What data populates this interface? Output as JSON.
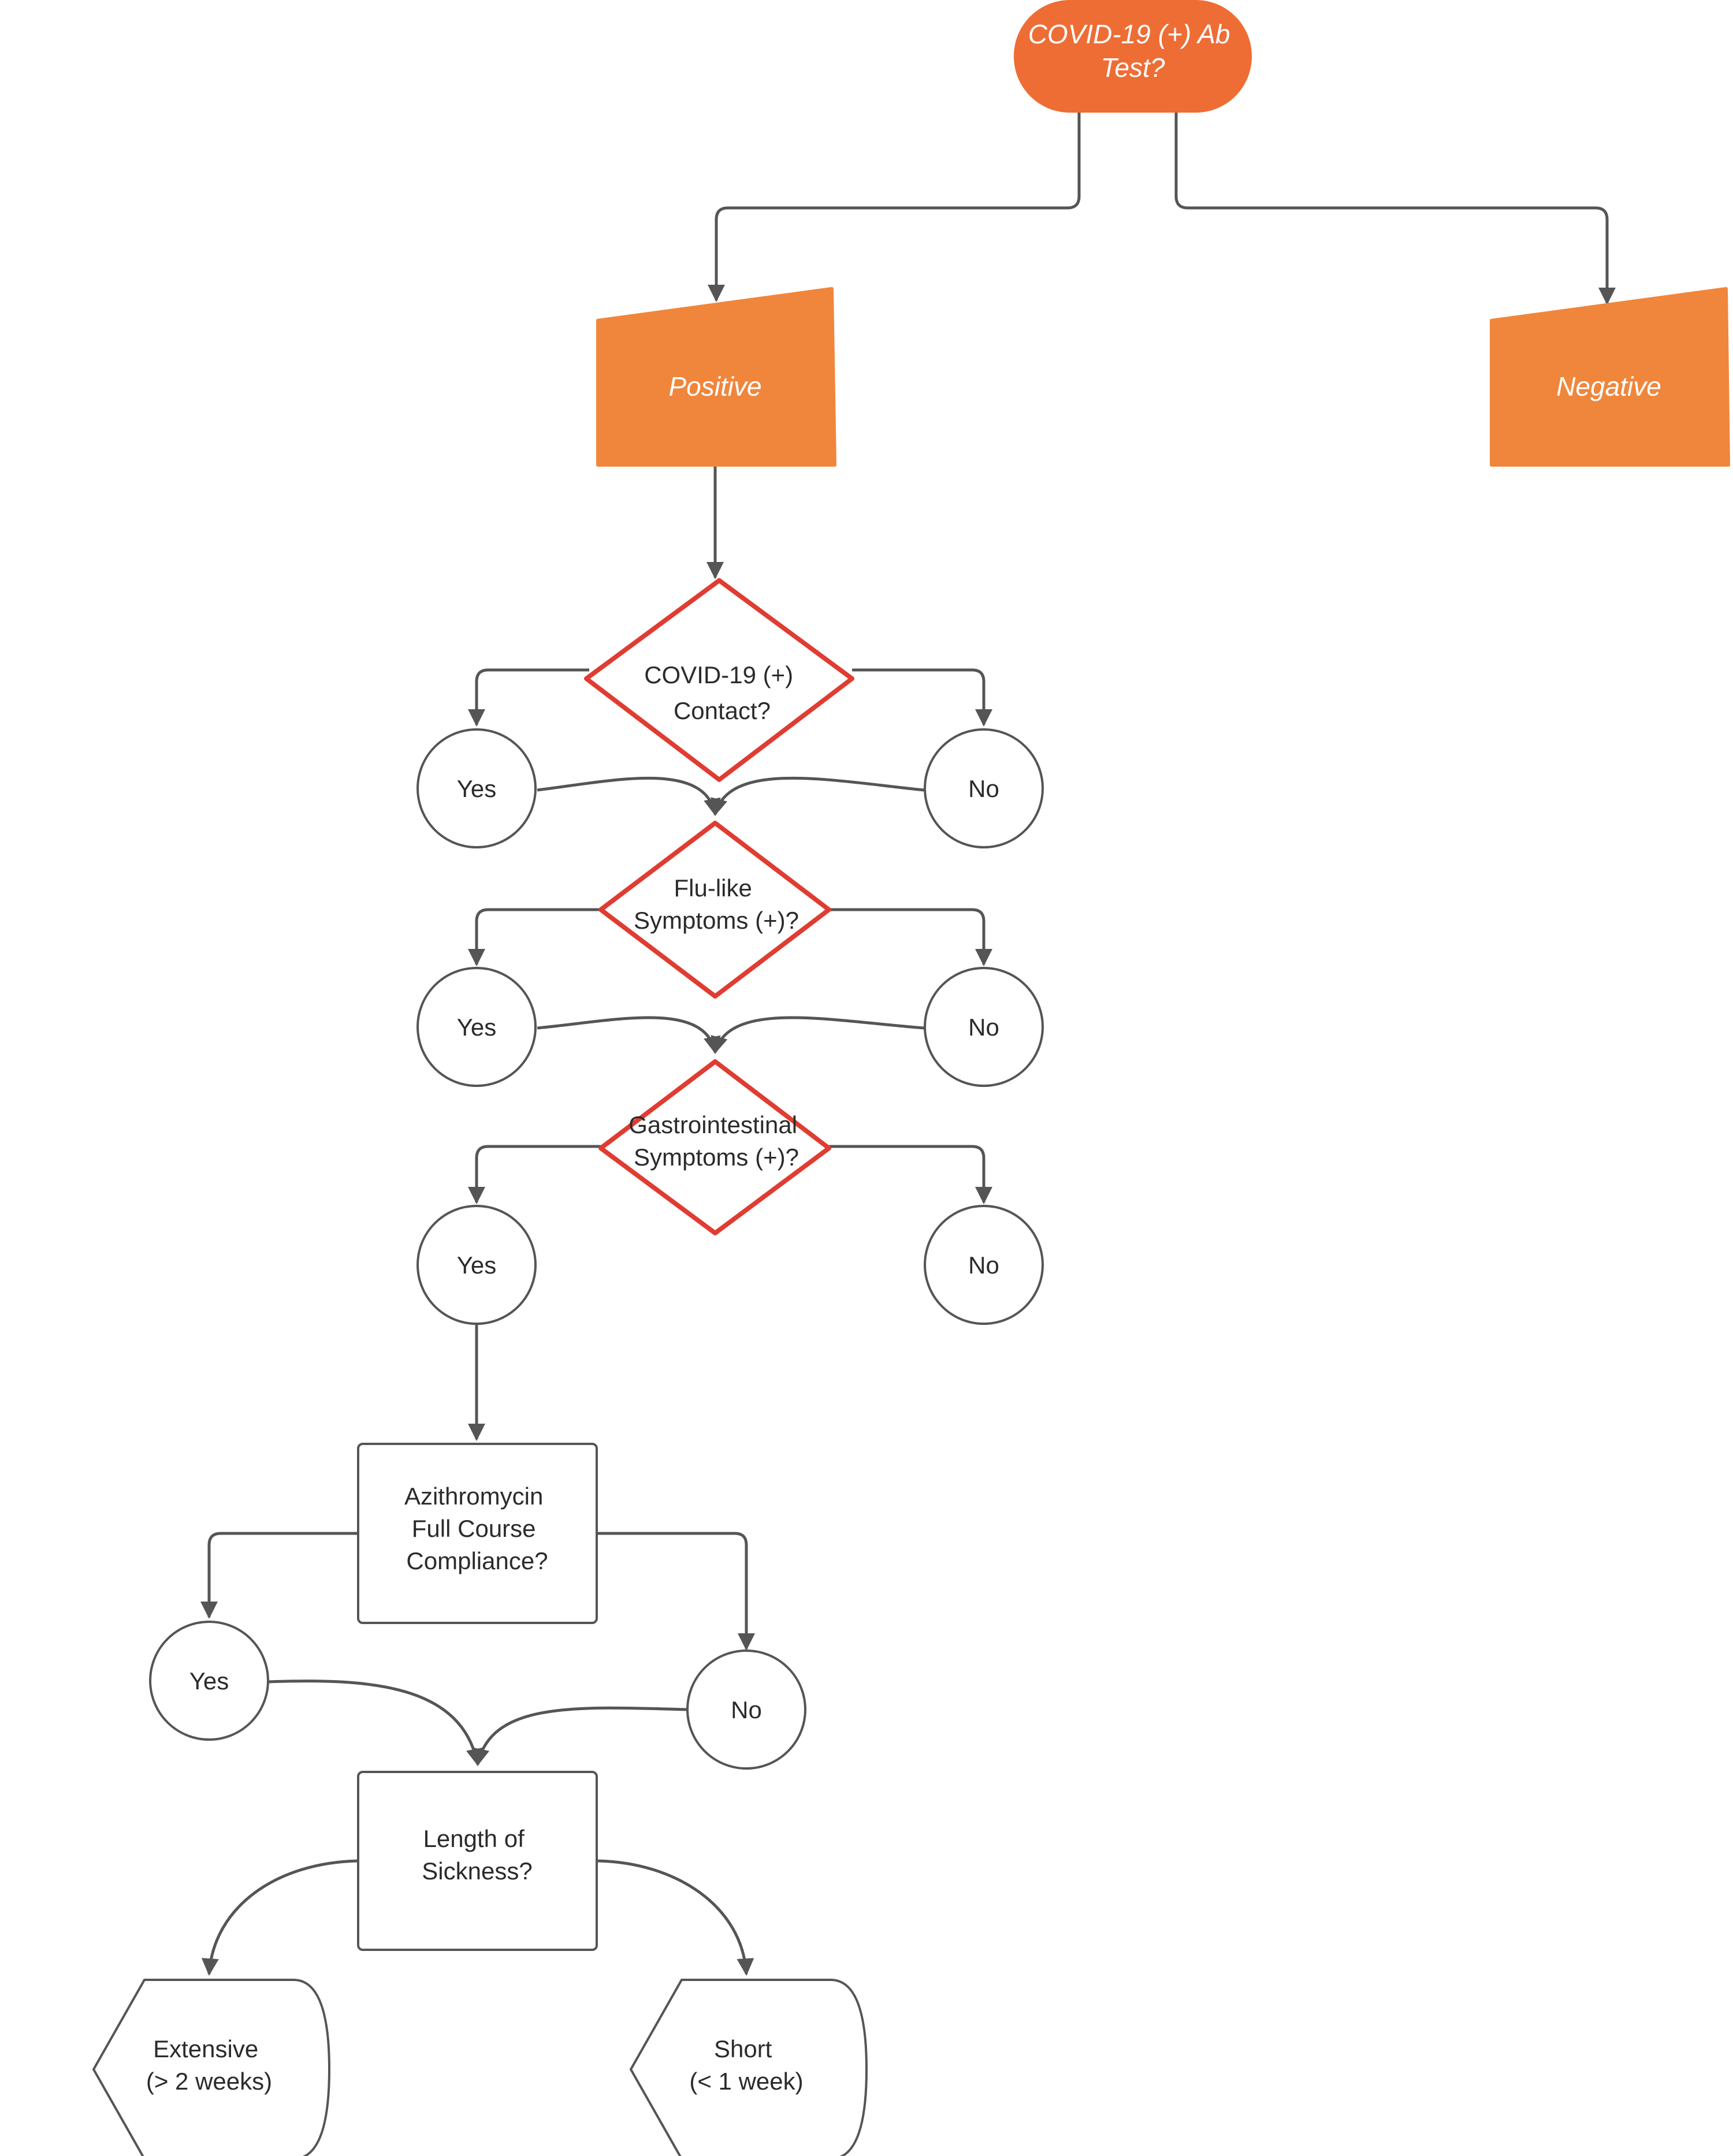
{
  "colors": {
    "orange": "#f0863c",
    "orange_dark": "#ee6d35",
    "decision_border": "#e03c31",
    "line": "#555555"
  },
  "nodes": {
    "start": {
      "lines": [
        "COVID-19 (+) Ab",
        "Test?"
      ]
    },
    "positive": {
      "lines": [
        "Positive"
      ]
    },
    "negative": {
      "lines": [
        "Negative"
      ]
    },
    "contact": {
      "lines": [
        "COVID-19 (+)",
        "Contact?"
      ]
    },
    "contact_yes": {
      "lines": [
        "Yes"
      ]
    },
    "contact_no": {
      "lines": [
        "No"
      ]
    },
    "flu": {
      "lines": [
        "Flu-like",
        "Symptoms (+)?"
      ]
    },
    "flu_yes": {
      "lines": [
        "Yes"
      ]
    },
    "flu_no": {
      "lines": [
        "No"
      ]
    },
    "gi": {
      "lines": [
        "Gastrointestinal",
        "Symptoms (+)?"
      ]
    },
    "gi_yes": {
      "lines": [
        "Yes"
      ]
    },
    "gi_no": {
      "lines": [
        "No"
      ]
    },
    "azithro": {
      "lines": [
        "Azithromycin",
        "Full Course",
        "Compliance?"
      ]
    },
    "azithro_yes": {
      "lines": [
        "Yes"
      ]
    },
    "azithro_no": {
      "lines": [
        "No"
      ]
    },
    "length": {
      "lines": [
        "Length of",
        "Sickness?"
      ]
    },
    "extensive": {
      "lines": [
        "Extensive",
        "(> 2 weeks)"
      ]
    },
    "short": {
      "lines": [
        "Short",
        "(< 1 week)"
      ]
    }
  },
  "edges": [
    {
      "from": "start",
      "to": "positive"
    },
    {
      "from": "start",
      "to": "negative"
    },
    {
      "from": "positive",
      "to": "contact"
    },
    {
      "from": "contact",
      "to": "contact_yes"
    },
    {
      "from": "contact",
      "to": "contact_no"
    },
    {
      "from": "contact_yes",
      "to": "flu"
    },
    {
      "from": "contact_no",
      "to": "flu"
    },
    {
      "from": "flu",
      "to": "flu_yes"
    },
    {
      "from": "flu",
      "to": "flu_no"
    },
    {
      "from": "flu_yes",
      "to": "gi"
    },
    {
      "from": "flu_no",
      "to": "gi"
    },
    {
      "from": "gi",
      "to": "gi_yes"
    },
    {
      "from": "gi",
      "to": "gi_no"
    },
    {
      "from": "gi_yes",
      "to": "azithro"
    },
    {
      "from": "azithro",
      "to": "azithro_yes"
    },
    {
      "from": "azithro",
      "to": "azithro_no"
    },
    {
      "from": "azithro_yes",
      "to": "length"
    },
    {
      "from": "azithro_no",
      "to": "length"
    },
    {
      "from": "length",
      "to": "extensive"
    },
    {
      "from": "length",
      "to": "short"
    }
  ]
}
